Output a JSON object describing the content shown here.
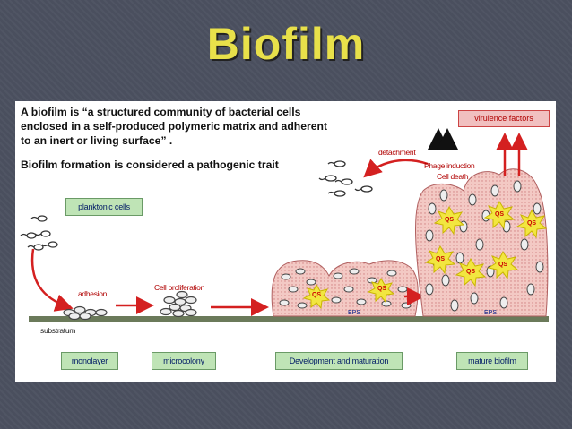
{
  "slide": {
    "title": "Biofilm"
  },
  "panel": {
    "intro": "A biofilm is “a structured community of bacterial cells enclosed in a self-produced polymeric matrix and adherent to an inert or living surface” .",
    "trait": "Biofilm formation is considered a pathogenic trait",
    "labels": {
      "planktonic": "planktonic cells",
      "adhesion": "adhesion",
      "proliferation": "Cell proliferation",
      "detachment": "detachment",
      "phage": "Phage induction",
      "cell_death": "Cell death",
      "virulence": "virulence factors",
      "substratum": "substratum",
      "qs": "QS",
      "eps": "EPS"
    },
    "stages": [
      "monolayer",
      "microcolony",
      "Development and maturation",
      "mature biofilm"
    ]
  },
  "colors": {
    "title": "#e8e04a",
    "background": "#4a4f5e",
    "arrow": "#d42020",
    "matrix": "#f3c9c4",
    "stage_box": "#bfe4b6",
    "substratum": "#6b7a5a"
  }
}
